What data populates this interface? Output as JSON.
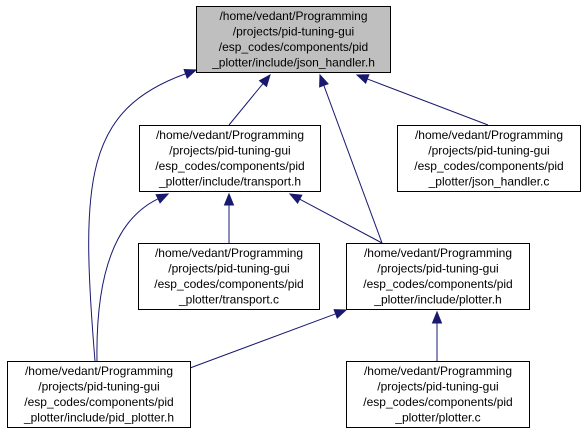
{
  "diagram": {
    "node_fill": "#ffffff",
    "highlight_fill": "#bfbfbf",
    "edge_color": "#191970",
    "nodes": [
      {
        "id": "json_handler_h",
        "highlight": true,
        "lines": [
          "/home/vedant/Programming",
          "/projects/pid-tuning-gui",
          "/esp_codes/components/pid",
          "_plotter/include/json_handler.h"
        ]
      },
      {
        "id": "transport_h",
        "highlight": false,
        "lines": [
          "/home/vedant/Programming",
          "/projects/pid-tuning-gui",
          "/esp_codes/components/pid",
          "_plotter/include/transport.h"
        ]
      },
      {
        "id": "json_handler_c",
        "highlight": false,
        "lines": [
          "/home/vedant/Programming",
          "/projects/pid-tuning-gui",
          "/esp_codes/components/pid",
          "_plotter/json_handler.c"
        ]
      },
      {
        "id": "transport_c",
        "highlight": false,
        "lines": [
          "/home/vedant/Programming",
          "/projects/pid-tuning-gui",
          "/esp_codes/components/pid",
          "_plotter/transport.c"
        ]
      },
      {
        "id": "plotter_h",
        "highlight": false,
        "lines": [
          "/home/vedant/Programming",
          "/projects/pid-tuning-gui",
          "/esp_codes/components/pid",
          "_plotter/include/plotter.h"
        ]
      },
      {
        "id": "pid_plotter_h",
        "highlight": false,
        "lines": [
          "/home/vedant/Programming",
          "/projects/pid-tuning-gui",
          "/esp_codes/components/pid",
          "_plotter/include/pid_plotter.h"
        ]
      },
      {
        "id": "plotter_c",
        "highlight": false,
        "lines": [
          "/home/vedant/Programming",
          "/projects/pid-tuning-gui",
          "/esp_codes/components/pid",
          "_plotter/plotter.c"
        ]
      }
    ],
    "edges": [
      {
        "from": "transport_h",
        "to": "json_handler_h"
      },
      {
        "from": "plotter_h",
        "to": "json_handler_h"
      },
      {
        "from": "json_handler_c",
        "to": "json_handler_h"
      },
      {
        "from": "pid_plotter_h",
        "to": "json_handler_h"
      },
      {
        "from": "transport_c",
        "to": "transport_h"
      },
      {
        "from": "plotter_h",
        "to": "transport_h"
      },
      {
        "from": "pid_plotter_h",
        "to": "transport_h"
      },
      {
        "from": "pid_plotter_h",
        "to": "plotter_h"
      },
      {
        "from": "plotter_c",
        "to": "plotter_h"
      }
    ]
  }
}
